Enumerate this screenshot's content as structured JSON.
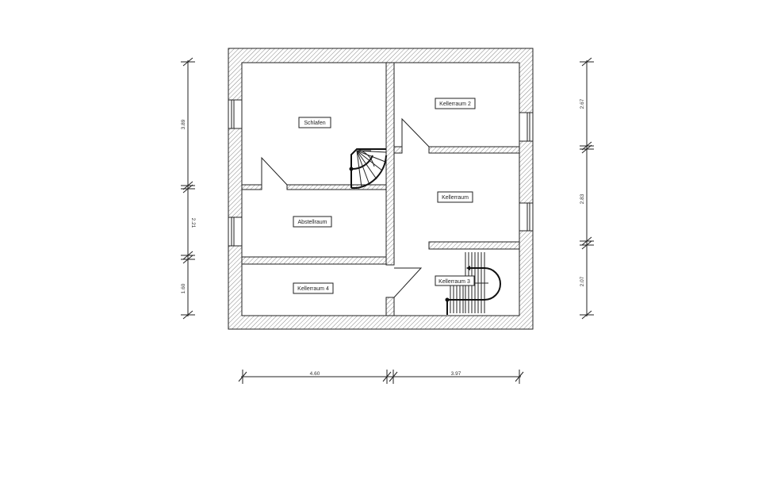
{
  "rooms": {
    "schlafen": "Schlafen",
    "abstellraum": "Abstellraum",
    "kellerraum4": "Kellerraum 4",
    "kellerraum2": "Kellerraum 2",
    "kellerraum": "Kellerraum",
    "kellerraum3": "Kellerraum 3"
  },
  "dimensions": {
    "left": [
      "3.89",
      "2.21",
      "1.60"
    ],
    "right": [
      "2.67",
      "2.83",
      "2.07"
    ],
    "bottom": [
      "4.60",
      "3.97"
    ]
  },
  "colors": {
    "line": "#222222",
    "background": "#ffffff"
  }
}
